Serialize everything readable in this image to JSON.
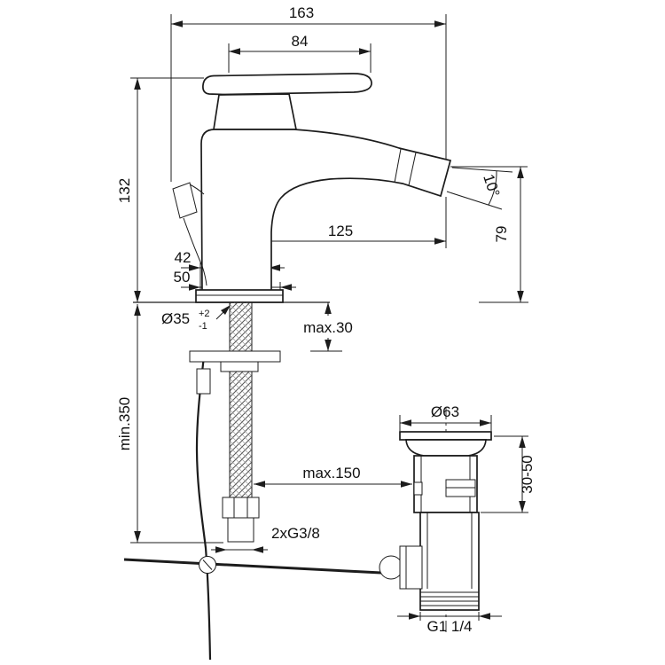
{
  "drawing": {
    "type": "technical-dimension-drawing",
    "subject": "single-lever bidet mixer with pop-up waste",
    "background_color": "#ffffff",
    "line_color": "#1c1c1c"
  },
  "dims": {
    "overall_depth": "163",
    "lever_length": "84",
    "height": "132",
    "spout_reach": "125",
    "base_depth": "42",
    "base_width": "50",
    "mount_hole": "Ø35",
    "mount_hole_tol_upper": "+2",
    "mount_hole_tol_lower": "-1",
    "deck_thickness_max": "max.30",
    "hose_length_min": "min.350",
    "outlet_height": "79",
    "spray_angle": "10°",
    "linkage_reach_max": "max.150",
    "waste_flange_diameter": "Ø63",
    "waste_clamp_range": "30-50",
    "hose_thread": "2xG3/8",
    "waste_thread": "G1 1/4"
  }
}
